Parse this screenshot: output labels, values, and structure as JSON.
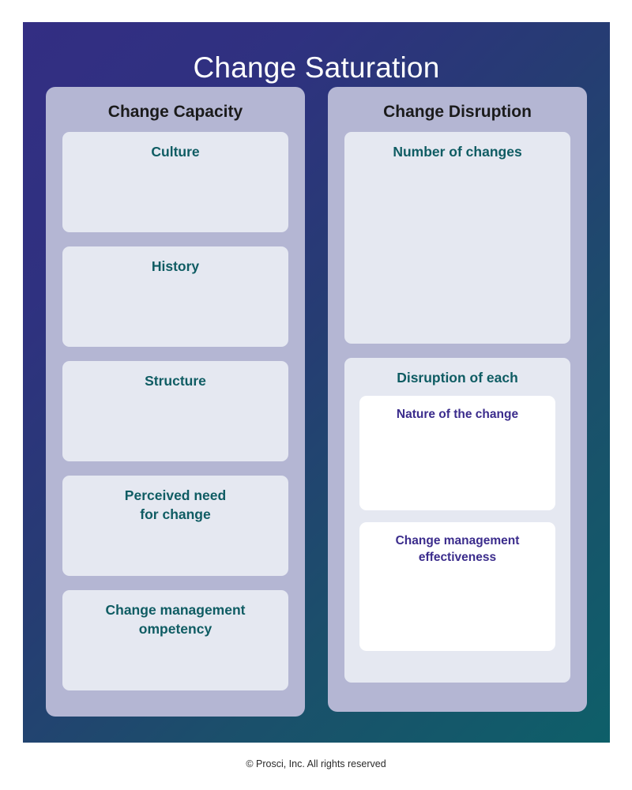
{
  "slide": {
    "title": "Change Saturation",
    "footer": "© Prosci, Inc. All rights reserved",
    "colors": {
      "gradient_start": "#332E83",
      "gradient_end": "#0E5F69",
      "panel_bg": "#B4B6D3",
      "card_bg": "#E5E8F1",
      "subcard_bg": "#FFFFFF",
      "teal_text": "#0F5C63",
      "purple_text": "#3B2C8C",
      "title_text": "#FFFFFF",
      "column_title_text": "#1B1B1B"
    }
  },
  "columns": [
    {
      "id": "change-capacity",
      "title": "Change Capacity",
      "cards": [
        {
          "id": "culture",
          "label": "Culture"
        },
        {
          "id": "history",
          "label": "History"
        },
        {
          "id": "structure",
          "label": "Structure"
        },
        {
          "id": "perceived-need",
          "label": "Perceived need\nfor change"
        },
        {
          "id": "cm-competency",
          "label": "Change management\nompetency"
        }
      ]
    },
    {
      "id": "change-disruption",
      "title": "Change Disruption",
      "cards": [
        {
          "id": "number-of-changes",
          "label": "Number of changes"
        },
        {
          "id": "disruption-of-each",
          "label": "Disruption of each",
          "subcards": [
            {
              "id": "nature-of-the-change",
              "label": "Nature of the change"
            },
            {
              "id": "cm-effectiveness",
              "label": "Change management\neffectiveness"
            }
          ]
        }
      ]
    }
  ]
}
